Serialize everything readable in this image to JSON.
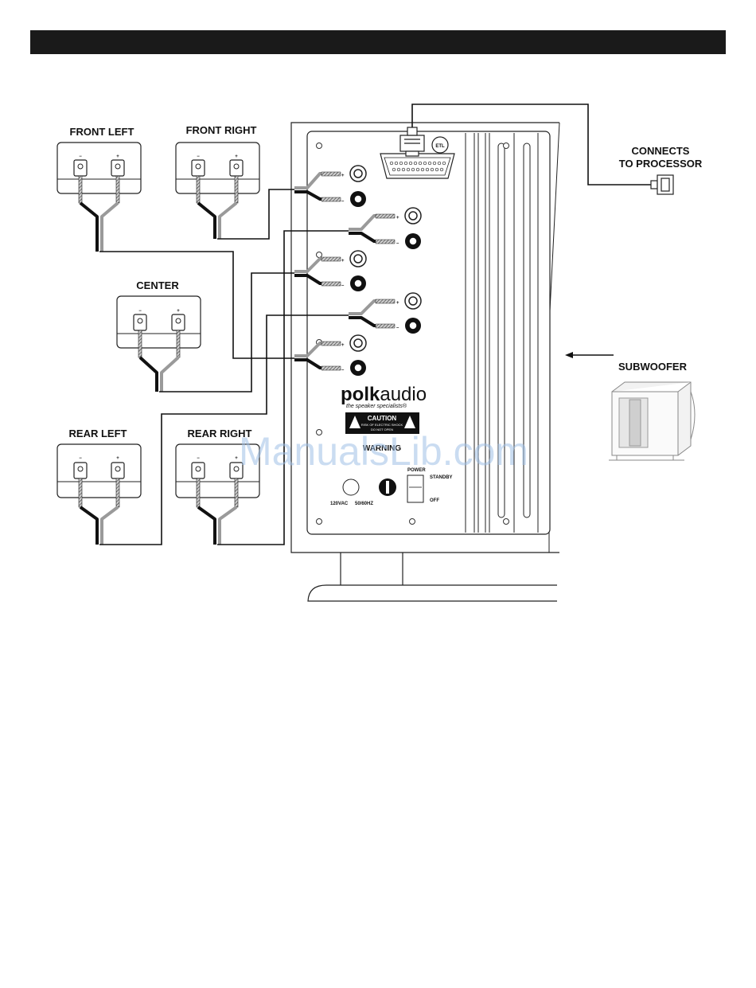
{
  "speakers": {
    "front_left": "FRONT LEFT",
    "front_right": "FRONT RIGHT",
    "center": "CENTER",
    "rear_left": "REAR LEFT",
    "rear_right": "REAR RIGHT",
    "minus": "−",
    "plus": "+"
  },
  "callouts": {
    "processor_line1": "CONNECTS",
    "processor_line2": "TO PROCESSOR",
    "subwoofer": "SUBWOOFER"
  },
  "panel": {
    "logo_bold": "polk",
    "logo_light": "audio",
    "tagline": "the speaker specialists®",
    "caution": "CAUTION",
    "caution_sub1": "RISK OF ELECTRIC SHOCK",
    "caution_sub2": "DO NOT OPEN",
    "warning": "WARNING",
    "voltage": "120VAC",
    "frequency": "50/60HZ",
    "power": "POWER",
    "standby": "STANDBY",
    "off": "OFF",
    "cert": "ETL",
    "plus_mark": "+",
    "minus_mark": "–"
  },
  "watermark": "ManualsLib.com",
  "colors": {
    "header": "#1a1a1a",
    "wire_black": "#111111",
    "wire_gray": "#9a9a9a",
    "watermark": "#9fbfe6"
  }
}
